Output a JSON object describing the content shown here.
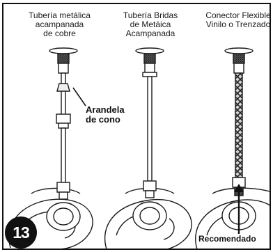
{
  "columns": [
    {
      "label": "Tubería metálica\nacampanada\nde cobre"
    },
    {
      "label": "Tubería Bridas\nde Metáica\nAcampanada"
    },
    {
      "label": "Conector Flexible\nVinilo o Trenzado"
    }
  ],
  "callouts": {
    "cone_washer": "Arandela\nde cono",
    "recommended": "Recomendado"
  },
  "step_number": "13",
  "colors": {
    "line": "#1a1a1a",
    "shade": "#555555",
    "light": "#d9d9d9"
  },
  "icons": [
    "shutoff-valve-icon",
    "compression-nut-icon",
    "supply-tube-icon",
    "braided-hose-icon",
    "toilet-bowl-icon",
    "arrow-icon"
  ]
}
